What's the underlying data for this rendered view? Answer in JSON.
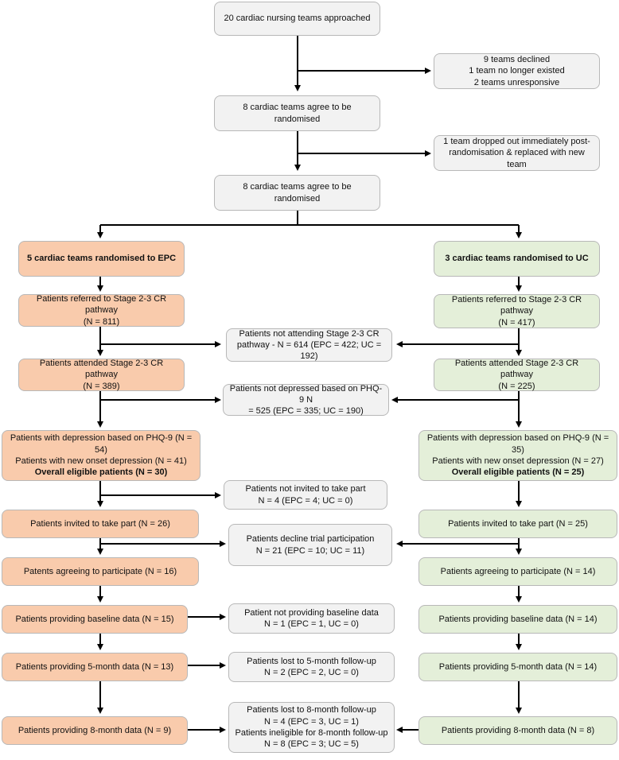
{
  "boxes": {
    "approached": [
      "20 cardiac nursing teams approached"
    ],
    "declined": [
      "9 teams declined",
      "1 team no longer existed",
      "2 teams unresponsive"
    ],
    "agree1": [
      "8 cardiac teams agree to be randomised"
    ],
    "dropped": [
      "1 team dropped out immediately post-",
      "randomisation & replaced with new team"
    ],
    "agree2": [
      "8 cardiac teams agree to be randomised"
    ],
    "epc_randomised": [
      "5 cardiac teams randomised to EPC"
    ],
    "uc_randomised": [
      "3 cardiac teams randomised to UC"
    ],
    "epc_referred": [
      "Patients referred to Stage 2-3 CR pathway",
      "(N = 811)"
    ],
    "uc_referred": [
      "Patients referred to Stage 2-3 CR pathway",
      "(N = 417)"
    ],
    "not_attending": [
      "Patients not attending Stage 2-3 CR",
      "pathway  -  N = 614 (EPC = 422; UC = 192)"
    ],
    "epc_attended": [
      "Patients attended Stage 2-3 CR pathway",
      "(N = 389)"
    ],
    "uc_attended": [
      "Patients attended Stage 2-3 CR pathway",
      "(N = 225)"
    ],
    "not_depressed": [
      "Patients not depressed based on PHQ-9 N",
      "= 525 (EPC = 335; UC = 190)"
    ],
    "epc_depression": [
      "Patients with depression based on PHQ-9 (N = 54)",
      "Patients with new onset depression (N = 41)",
      "Overall eligible patients (N = 30)"
    ],
    "uc_depression": [
      "Patients with depression based on PHQ-9 (N = 35)",
      "Patients with new onset depression (N = 27)",
      "Overall eligible patients (N = 25)"
    ],
    "not_invited": [
      "Patients not invited to take part",
      "N = 4 (EPC = 4; UC = 0)"
    ],
    "epc_invited": [
      "Patients invited to take part (N = 26)"
    ],
    "uc_invited": [
      "Patients invited to take part (N = 25)"
    ],
    "decline_trial": [
      "Patients decline trial participation",
      "N = 21 (EPC = 10; UC = 11)"
    ],
    "epc_agree": [
      "Patents agreeing to participate (N = 16)"
    ],
    "uc_agree": [
      "Patients agreeing to participate (N = 14)"
    ],
    "epc_baseline": [
      "Patients providing baseline data (N = 15)"
    ],
    "no_baseline": [
      "Patient not providing baseline data",
      "N = 1 (EPC = 1, UC = 0)"
    ],
    "uc_baseline": [
      "Patients providing baseline data (N = 14)"
    ],
    "epc_5m": [
      "Patients providing 5-month data (N = 13)"
    ],
    "lost_5m": [
      "Patients lost to 5-month follow-up",
      "N = 2 (EPC = 2, UC = 0)"
    ],
    "uc_5m": [
      "Patients providing 5-month data (N = 14)"
    ],
    "epc_8m": [
      "Patients providing 8-month data (N = 9)"
    ],
    "lost_8m": [
      "Patients lost to 8-month follow-up",
      "N = 4 (EPC = 3, UC = 1)",
      "Patients  ineligible for 8-month follow-up",
      "N = 8 (EPC = 3; UC = 5)"
    ],
    "uc_8m": [
      "Patients providing 8-month data (N = 8)"
    ]
  }
}
